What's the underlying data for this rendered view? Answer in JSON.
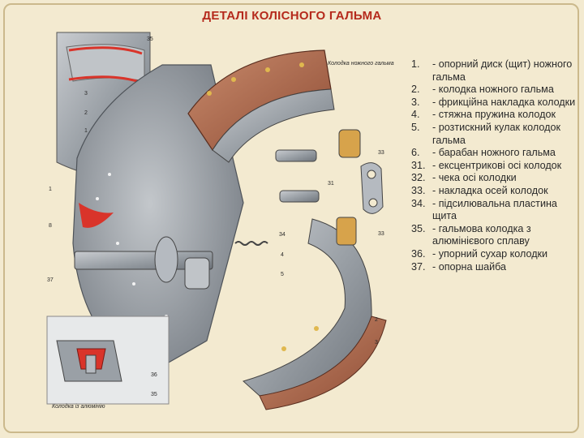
{
  "title": "ДЕТАЛІ КОЛІСНОГО ГАЛЬМА",
  "captions": {
    "foot_brake_shoe": "Колодка ножного гальма",
    "aluminum_shoe": "Колодка із алюмінію"
  },
  "callouts": [
    "1",
    "2",
    "3",
    "4",
    "5",
    "6",
    "8",
    "31",
    "33",
    "34",
    "35",
    "36",
    "37"
  ],
  "legend": [
    {
      "num": "1.",
      "text": "- опорний диск (щит) ножного гальма"
    },
    {
      "num": "2.",
      "text": "- колодка ножного гальма"
    },
    {
      "num": "3.",
      "text": "- фрикційна накладка колодки"
    },
    {
      "num": "4.",
      "text": "- стяжна пружина колодок"
    },
    {
      "num": "5.",
      "text": "- розтискний кулак колодок гальма"
    },
    {
      "num": "6.",
      "text": "- барабан ножного гальма"
    },
    {
      "num": "31.",
      "text": "- ексцентрикові осі колодок"
    },
    {
      "num": "32.",
      "text": "- чека осі колодки"
    },
    {
      "num": "33.",
      "text": "- накладка осей колодок"
    },
    {
      "num": "34.",
      "text": "- підсилювальна пластина щита"
    },
    {
      "num": "35.",
      "text": "- гальмова колодка з алюмінієвого сплаву"
    },
    {
      "num": "36.",
      "text": "- упорний сухар колодки"
    },
    {
      "num": "37.",
      "text": "- опорна шайба"
    }
  ],
  "colors": {
    "title": "#b52a1c",
    "lining": "#a8634a",
    "metal": "#8f949a",
    "accent_red": "#d9342a",
    "background": "#f3ead0"
  }
}
